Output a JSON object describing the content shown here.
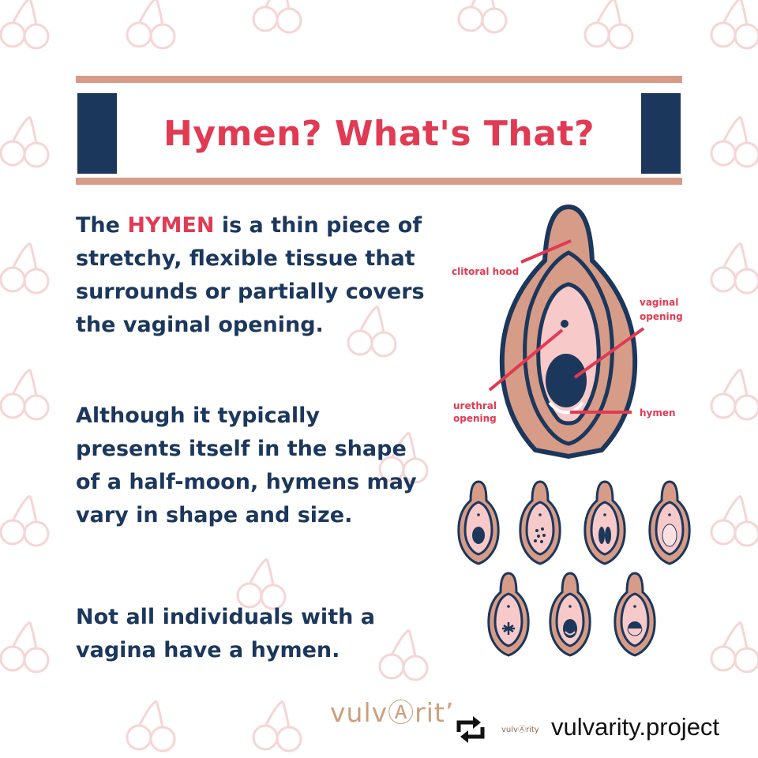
{
  "title": "Hymen? What's That?",
  "paragraphs": {
    "p1_prefix": "The ",
    "p1_highlight": "HYMEN",
    "p1_suffix": " is a thin piece of stretchy, flexible tissue that surrounds or partially covers the vaginal opening.",
    "p2": "Although it typically presents itself in the shape of a half-moon, hymens may vary in shape and size.",
    "p3": "Not all individuals with a vagina have a hymen."
  },
  "diagram": {
    "labels": {
      "clitoral_hood": "clitoral hood",
      "vaginal_opening_1": "vaginal",
      "vaginal_opening_2": "opening",
      "urethral_opening_1": "urethral",
      "urethral_opening_2": "opening",
      "hymen": "hymen"
    }
  },
  "footer": {
    "logo": "vulvⒶritʼ",
    "mini_logo": "vulvⒶrity",
    "handle": "vulvarity.project"
  },
  "colors": {
    "navy": "#1c375c",
    "red": "#e13a53",
    "tan": "#d69c87",
    "pink": "#f7c9c9",
    "cherry_pattern": "#f3d3d3"
  },
  "icons": [
    "cherry-icon",
    "repost-icon"
  ]
}
